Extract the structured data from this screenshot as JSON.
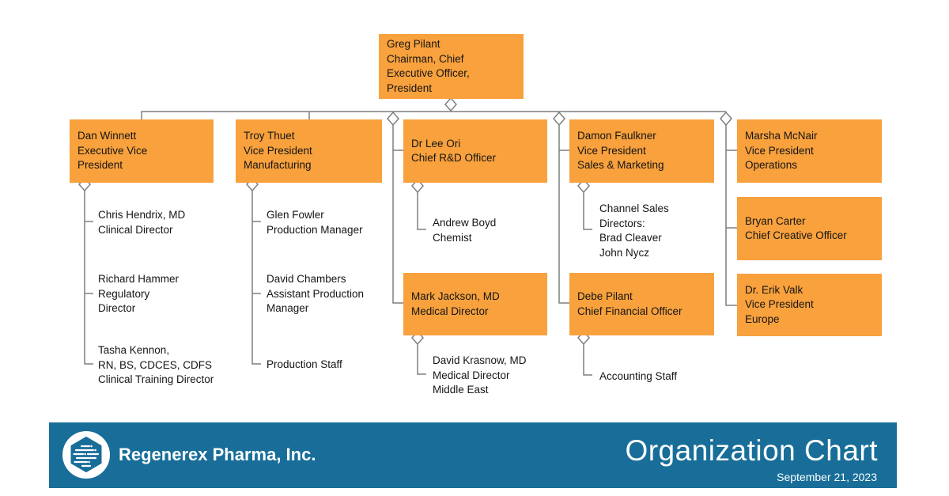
{
  "page": {
    "type": "organization-chart-slide"
  },
  "org": {
    "nodes": [
      {
        "id": "greg-pilant",
        "level": 1,
        "text": "Greg Pilant\nChairman, Chief\nExecutive Officer,\nPresident"
      },
      {
        "id": "dan-winnett",
        "level": 2,
        "text": "Dan Winnett\nExecutive Vice\nPresident"
      },
      {
        "id": "troy-thuet",
        "level": 2,
        "text": "Troy Thuet\nVice President\nManufacturing"
      },
      {
        "id": "lee-ori",
        "level": 2,
        "text": "Dr Lee Ori\nChief R&D Officer"
      },
      {
        "id": "damon-faulkner",
        "level": 2,
        "text": "Damon Faulkner\nVice President\nSales & Marketing"
      },
      {
        "id": "marsha-mcnair",
        "level": 2,
        "text": "Marsha McNair\nVice President\nOperations"
      },
      {
        "id": "bryan-carter",
        "level": 3,
        "text": "Bryan Carter\nChief Creative Officer"
      },
      {
        "id": "erik-valk",
        "level": 3,
        "text": "Dr. Erik Valk\nVice President\nEurope"
      },
      {
        "id": "mark-jackson",
        "level": 3,
        "text": "Mark Jackson, MD\nMedical Director"
      },
      {
        "id": "debe-pilant",
        "level": 3,
        "text": "Debe Pilant\nChief Financial Officer"
      }
    ],
    "staff_labels": [
      {
        "id": "chris-hendrix",
        "parent": "dan-winnett",
        "text": "Chris Hendrix, MD\nClinical Director"
      },
      {
        "id": "richard-hammer",
        "parent": "dan-winnett",
        "text": "Richard Hammer\nRegulatory\nDirector"
      },
      {
        "id": "tasha-kennon",
        "parent": "dan-winnett",
        "text": "Tasha Kennon,\nRN, BS, CDCES, CDFS\nClinical Training Director"
      },
      {
        "id": "glen-fowler",
        "parent": "troy-thuet",
        "text": "Glen Fowler\nProduction Manager"
      },
      {
        "id": "david-chambers",
        "parent": "troy-thuet",
        "text": "David Chambers\nAssistant Production\nManager"
      },
      {
        "id": "production-staff",
        "parent": "troy-thuet",
        "text": "Production Staff"
      },
      {
        "id": "andrew-boyd",
        "parent": "lee-ori",
        "text": "Andrew Boyd\nChemist"
      },
      {
        "id": "channel-sales",
        "parent": "damon-faulkner",
        "text": "Channel Sales\nDirectors:\nBrad Cleaver\nJohn Nycz"
      },
      {
        "id": "david-krasnow",
        "parent": "mark-jackson",
        "text": "David Krasnow, MD\nMedical Director\nMiddle East"
      },
      {
        "id": "accounting-staff",
        "parent": "debe-pilant",
        "text": "Accounting Staff"
      }
    ]
  },
  "footer": {
    "company_name": "Regenerex Pharma, Inc.",
    "title": "Organization Chart",
    "date": "September 21, 2023",
    "logo_icon": "hexagon-dna-circuit-icon"
  },
  "colors": {
    "node_fill": "#F8A13D",
    "footer_bar": "#186E99",
    "connector": "#7F7F7F",
    "diamond_fill": "#FFFFFF",
    "text": "#151515",
    "footer_text": "#FFFFFF"
  }
}
